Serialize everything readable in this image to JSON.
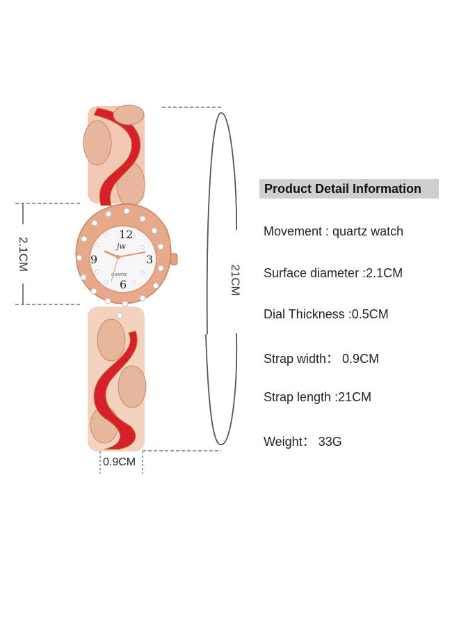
{
  "product": {
    "dial_brand_mark": "jw",
    "dial_label": "QUARTZ",
    "dial_numerals": [
      "12",
      "3",
      "6",
      "9"
    ],
    "colors": {
      "strap_red": "#d81f2e",
      "rose_gold": "#e9a88a",
      "dial_white": "#f4f4f4",
      "dimension_line": "#555555"
    }
  },
  "dimensions": {
    "dial_height": "2.1CM",
    "strap_length": "21CM",
    "strap_width": "0.9CM"
  },
  "info": {
    "title": "Product Detail Information",
    "specs": [
      {
        "label": "Movement : quartz watch"
      },
      {
        "label": "Surface diameter :2.1CM"
      },
      {
        "label": "Dial Thickness :0.5CM"
      },
      {
        "label": "Strap width： 0.9CM"
      },
      {
        "label": "Strap length :21CM"
      },
      {
        "label": "Weight： 33G"
      }
    ]
  }
}
